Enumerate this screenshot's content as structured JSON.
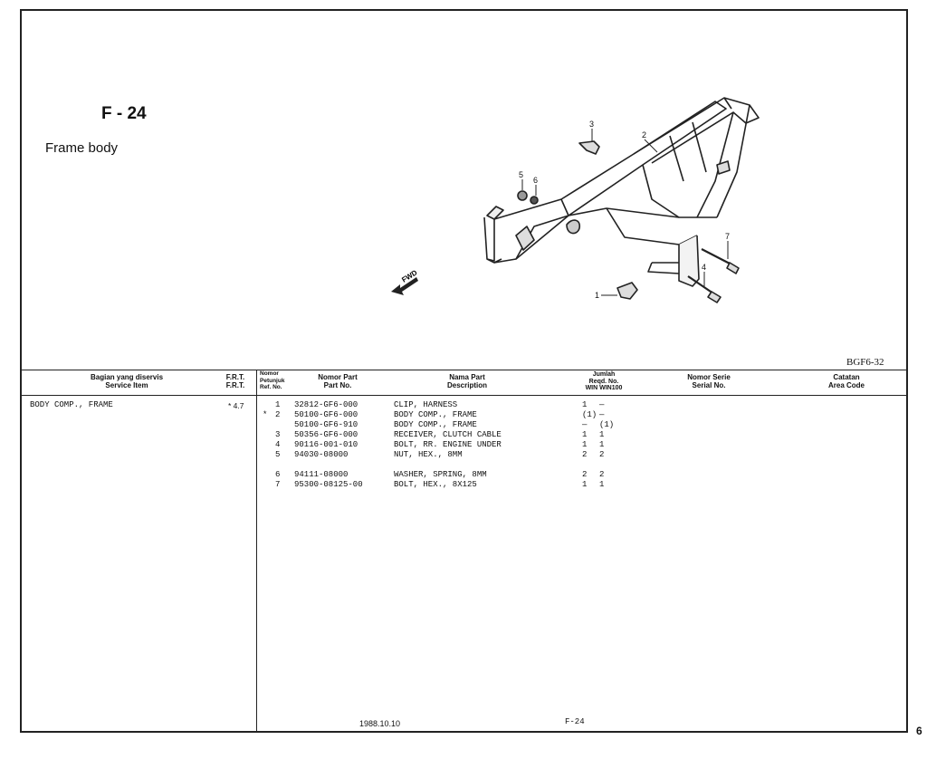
{
  "figure": {
    "code": "F - 24",
    "title": "Frame body",
    "drawing_code": "BGF6-32",
    "fwd_label": "FWD",
    "callouts": [
      "1",
      "2",
      "3",
      "4",
      "5",
      "6",
      "7"
    ]
  },
  "table": {
    "headers": {
      "service_item_id": "Bagian yang diservis",
      "service_item_en": "Service Item",
      "frt1": "F.R.T.",
      "frt2": "F.R.T.",
      "ref1": "Nomor",
      "ref2": "Petunjuk",
      "ref3": "Ref. No.",
      "partno_id": "Nomor Part",
      "partno_en": "Part No.",
      "name_id": "Nama Part",
      "name_en": "Description",
      "qty1": "Jumlah",
      "qty2": "Reqd. No.",
      "qty3": "WIN WIN100",
      "serial_id": "Nomor Serie",
      "serial_en": "Serial No.",
      "area_id": "Catatan",
      "area_en": "Area Code"
    },
    "service_item": "BODY COMP., FRAME",
    "frt_value": "* 4.7",
    "rows": [
      {
        "mark": "",
        "ref": "1",
        "part": "32812-GF6-000",
        "desc": "CLIP, HARNESS",
        "q1": "1",
        "q2": "—"
      },
      {
        "mark": "*",
        "ref": "2",
        "part": "50100-GF6-000",
        "desc": "BODY COMP., FRAME",
        "q1": "(1)",
        "q2": "—"
      },
      {
        "mark": "",
        "ref": "",
        "part": "50100-GF6-910",
        "desc": "BODY COMP., FRAME",
        "q1": "—",
        "q2": "(1)"
      },
      {
        "mark": "",
        "ref": "3",
        "part": "50356-GF6-000",
        "desc": "RECEIVER, CLUTCH CABLE",
        "q1": "1",
        "q2": "1"
      },
      {
        "mark": "",
        "ref": "4",
        "part": "90116-001-010",
        "desc": "BOLT, RR. ENGINE UNDER",
        "q1": "1",
        "q2": "1"
      },
      {
        "mark": "",
        "ref": "5",
        "part": "94030-08000",
        "desc": "NUT, HEX., 8MM",
        "q1": "2",
        "q2": "2"
      },
      {
        "mark": "",
        "ref": "6",
        "part": "94111-08000",
        "desc": "WASHER, SPRING, 8MM",
        "q1": "2",
        "q2": "2"
      },
      {
        "mark": "",
        "ref": "7",
        "part": "95300-08125-00",
        "desc": "BOLT, HEX., 8X125",
        "q1": "1",
        "q2": "1"
      }
    ]
  },
  "footer": {
    "date": "1988.10.10",
    "page_code": "F-24",
    "edge_number": "6"
  }
}
